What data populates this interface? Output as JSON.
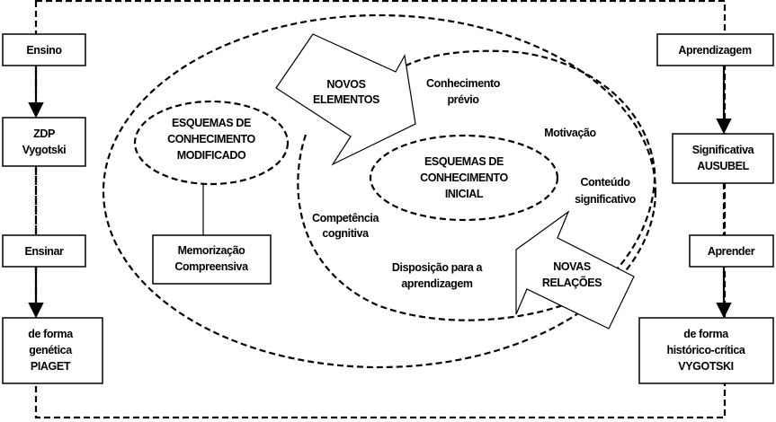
{
  "left_column": {
    "ensino": "Ensino",
    "zdp": [
      "ZDP",
      "Vygotski"
    ],
    "ensinar": "Ensinar",
    "genetica": [
      "de forma",
      "genética",
      "PIAGET"
    ]
  },
  "right_column": {
    "aprendizagem": "Aprendizagem",
    "significativa": [
      "Significativa",
      "AUSUBEL"
    ],
    "aprender": "Aprender",
    "historica": [
      "de forma",
      "histórico-crítica",
      "VYGOTSKI"
    ]
  },
  "center": {
    "esquemas_modificado": [
      "ESQUEMAS DE",
      "CONHECIMENTO",
      "MODIFICADO"
    ],
    "memorizacao": [
      "Memorização",
      "Compreensiva"
    ],
    "novos_elementos": [
      "NOVOS",
      "ELEMENTOS"
    ],
    "conhecimento_previo": [
      "Conhecimento",
      "prévio"
    ],
    "motivacao": "Motivação",
    "esquemas_inicial": [
      "ESQUEMAS DE",
      "CONHECIMENTO",
      "INICIAL"
    ],
    "conteudo": [
      "Conteúdo",
      "significativo"
    ],
    "competencia": [
      "Competência",
      "cognitiva"
    ],
    "disposicao": [
      "Disposição para a",
      "aprendizagem"
    ],
    "novas_relacoes": [
      "NOVAS",
      "RELAÇÕES"
    ]
  }
}
